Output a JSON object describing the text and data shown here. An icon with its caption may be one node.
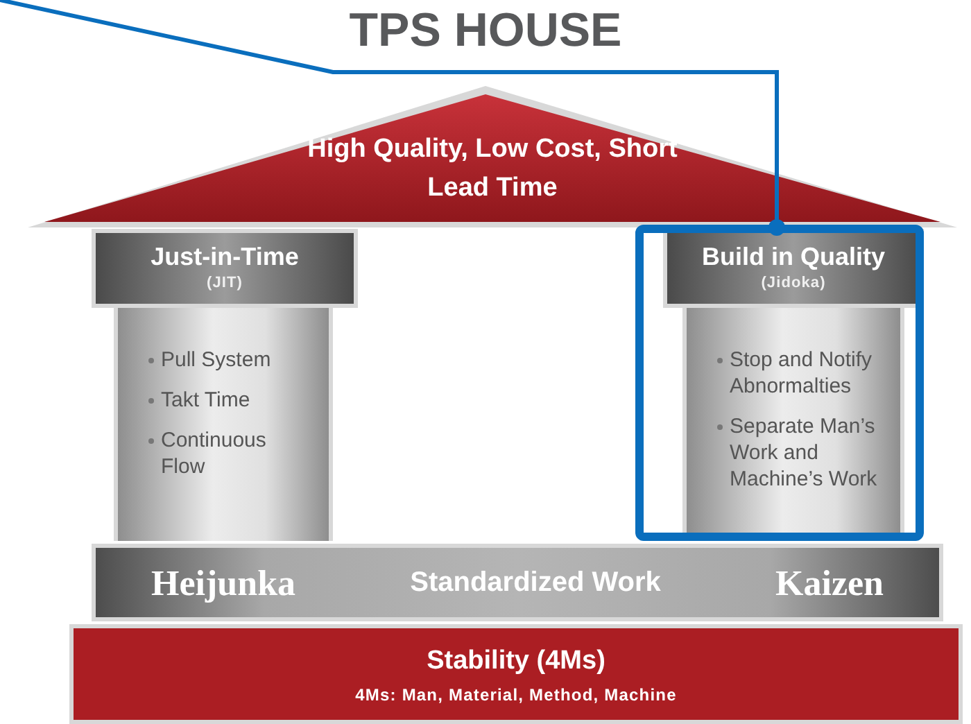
{
  "diagram": {
    "title": "TPS HOUSE",
    "nodes": [
      {
        "text": [
          "High Quality, Low Cost, Short Lead Time"
        ]
      },
      {
        "text": [
          "Just-in-Time",
          "(JIT)"
        ]
      },
      {
        "text": [
          "Pull System",
          "Takt Time",
          "Continuous Flow"
        ]
      },
      {
        "text": [
          "Build in Quality",
          "(Jidoka)"
        ]
      },
      {
        "text": [
          "Stop and Notify Abnormalties",
          "Separate Man’s Work and Machine’s Work"
        ]
      },
      {
        "text": [
          "Heijunka",
          "Standardized Work",
          "Kaizen"
        ]
      },
      {
        "text": [
          "Stability (4Ms)",
          "4Ms: Man, Material, Method, Machine"
        ]
      }
    ],
    "edges": [
      {
        "from": null,
        "to": 3,
        "arrow": "other",
        "color": "#0a6ebd"
      }
    ]
  }
}
